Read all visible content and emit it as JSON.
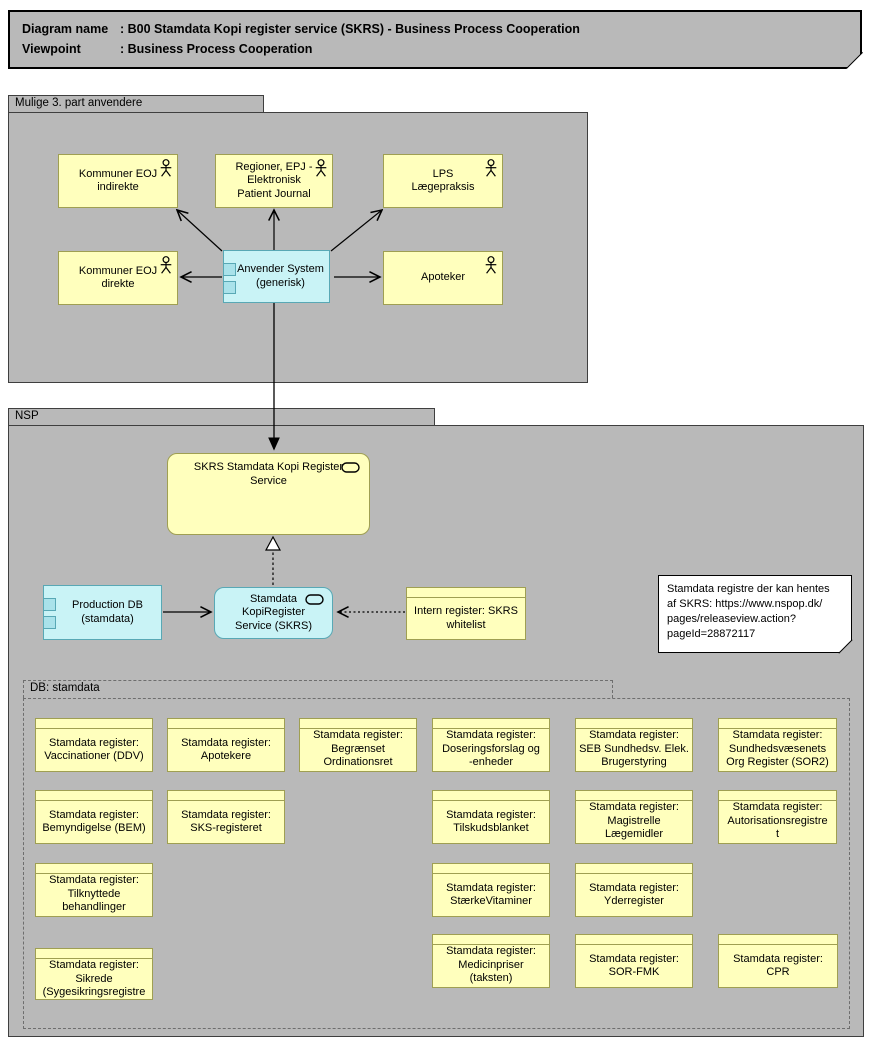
{
  "title": {
    "rows": [
      {
        "label": "Diagram name",
        "value": ": B00 Stamdata Kopi register service (SKRS) - Business Process Cooperation"
      },
      {
        "label": "Viewpoint",
        "value": ": Business Process Cooperation"
      }
    ]
  },
  "groups": {
    "third_party": "Mulige 3. part anvendere",
    "nsp": "NSP",
    "db": "DB: stamdata"
  },
  "nodes": {
    "kommuner_indirekte": "Kommuner EOJ\nindirekte",
    "regioner": "Regioner, EPJ -\nElektronisk\nPatient Journal",
    "lps": "LPS\nLægepraksis",
    "kommuner_direkte": "Kommuner EOJ\ndirekte",
    "apoteker": "Apoteker",
    "anvender": "Anvender System\n(generisk)",
    "skrs_service": "SKRS Stamdata Kopi Register\nService",
    "production_db": "Production DB\n(stamdata)",
    "skrs_component": "Stamdata\nKopiRegister\nService (SKRS)",
    "whitelist": "Intern register: SKRS\nwhitelist"
  },
  "note": "Stamdata registre der kan hentes\naf SKRS: https://www.nspop.dk/\npages/releaseview.action?\npageId=28872117",
  "registers": [
    {
      "name": "Stamdata register:\nVaccinationer (DDV)"
    },
    {
      "name": "Stamdata register:\nApotekere"
    },
    {
      "name": "Stamdata register:\nBegrænset\nOrdinationsret"
    },
    {
      "name": "Stamdata register:\nDoseringsforslag og\n-enheder"
    },
    {
      "name": "Stamdata register:\nSEB Sundhedsv. Elek.\nBrugerstyring"
    },
    {
      "name": "Stamdata register:\nSundhedsvæsenets\nOrg Register (SOR2)"
    },
    {
      "name": "Stamdata register:\nBemyndigelse (BEM)"
    },
    {
      "name": "Stamdata register:\nSKS-registeret"
    },
    {
      "name": "Stamdata register:\nTilskudsblanket"
    },
    {
      "name": "Stamdata register:\nMagistrelle\nLægemidler"
    },
    {
      "name": "Stamdata register:\nAutorisationsregistre\nt"
    },
    {
      "name": "Stamdata register:\nTilknyttede\nbehandlinger"
    },
    {
      "name": "Stamdata register:\nStærkeVitaminer"
    },
    {
      "name": "Stamdata register:\nYderregister"
    },
    {
      "name": "Stamdata register:\nSikrede\n(Sygesikringsregistre"
    },
    {
      "name": "Stamdata register:\nMedicinpriser\n(taksten)"
    },
    {
      "name": "Stamdata register:\nSOR-FMK"
    },
    {
      "name": "Stamdata register:\nCPR"
    }
  ],
  "colors": {
    "group_fill": "#b9b9b9",
    "yellow_fill": "#ffffbd",
    "yellow_border": "#9f9f52",
    "cyan_fill": "#c9f3f6",
    "cyan_border": "#58a8b5",
    "note_fill": "#ffffff"
  }
}
